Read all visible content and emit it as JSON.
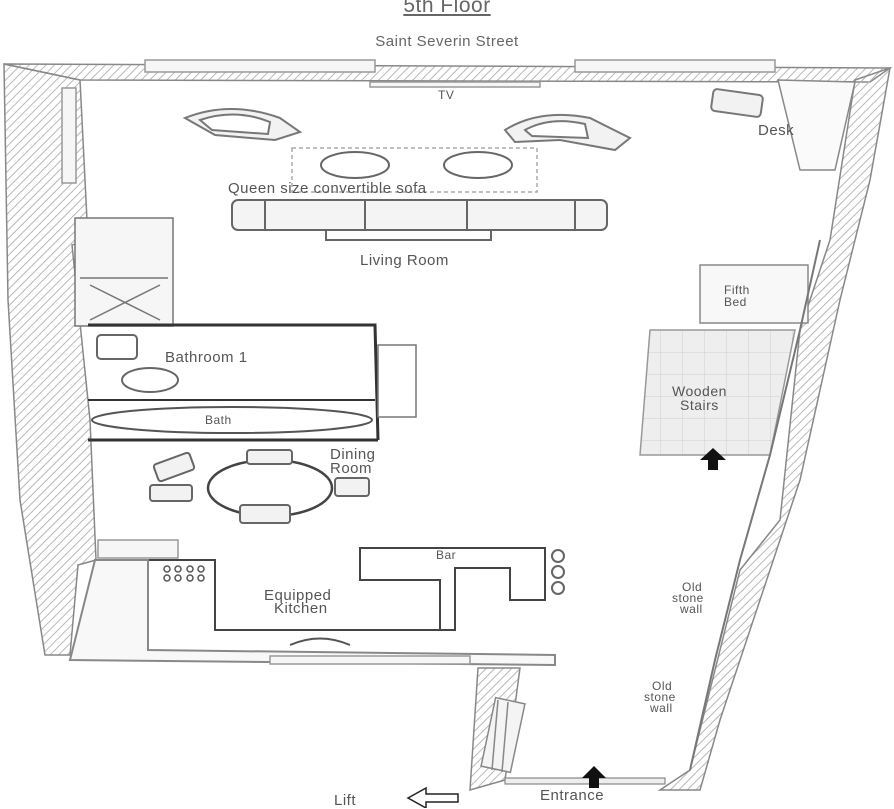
{
  "title": "5th Floor",
  "street": "Saint Severin Street",
  "rooms": {
    "tv": "TV",
    "desk": "Desk",
    "sofa": "Queen size convertible sofa",
    "living_room": "Living Room",
    "fifth_bed_1": "Fifth",
    "fifth_bed_2": "Bed",
    "stairs_1": "Wooden",
    "stairs_2": "Stairs",
    "bathroom": "Bathroom 1",
    "bath": "Bath",
    "dining_1": "Dining",
    "dining_2": "Room",
    "bar": "Bar",
    "kitchen_1": "Equipped",
    "kitchen_2": "Kitchen",
    "wall1_1": "Old",
    "wall1_2": "stone",
    "wall1_3": "wall",
    "wall2_1": "Old",
    "wall2_2": "stone",
    "wall2_3": "wall",
    "lift": "Lift",
    "entrance": "Entrance"
  }
}
